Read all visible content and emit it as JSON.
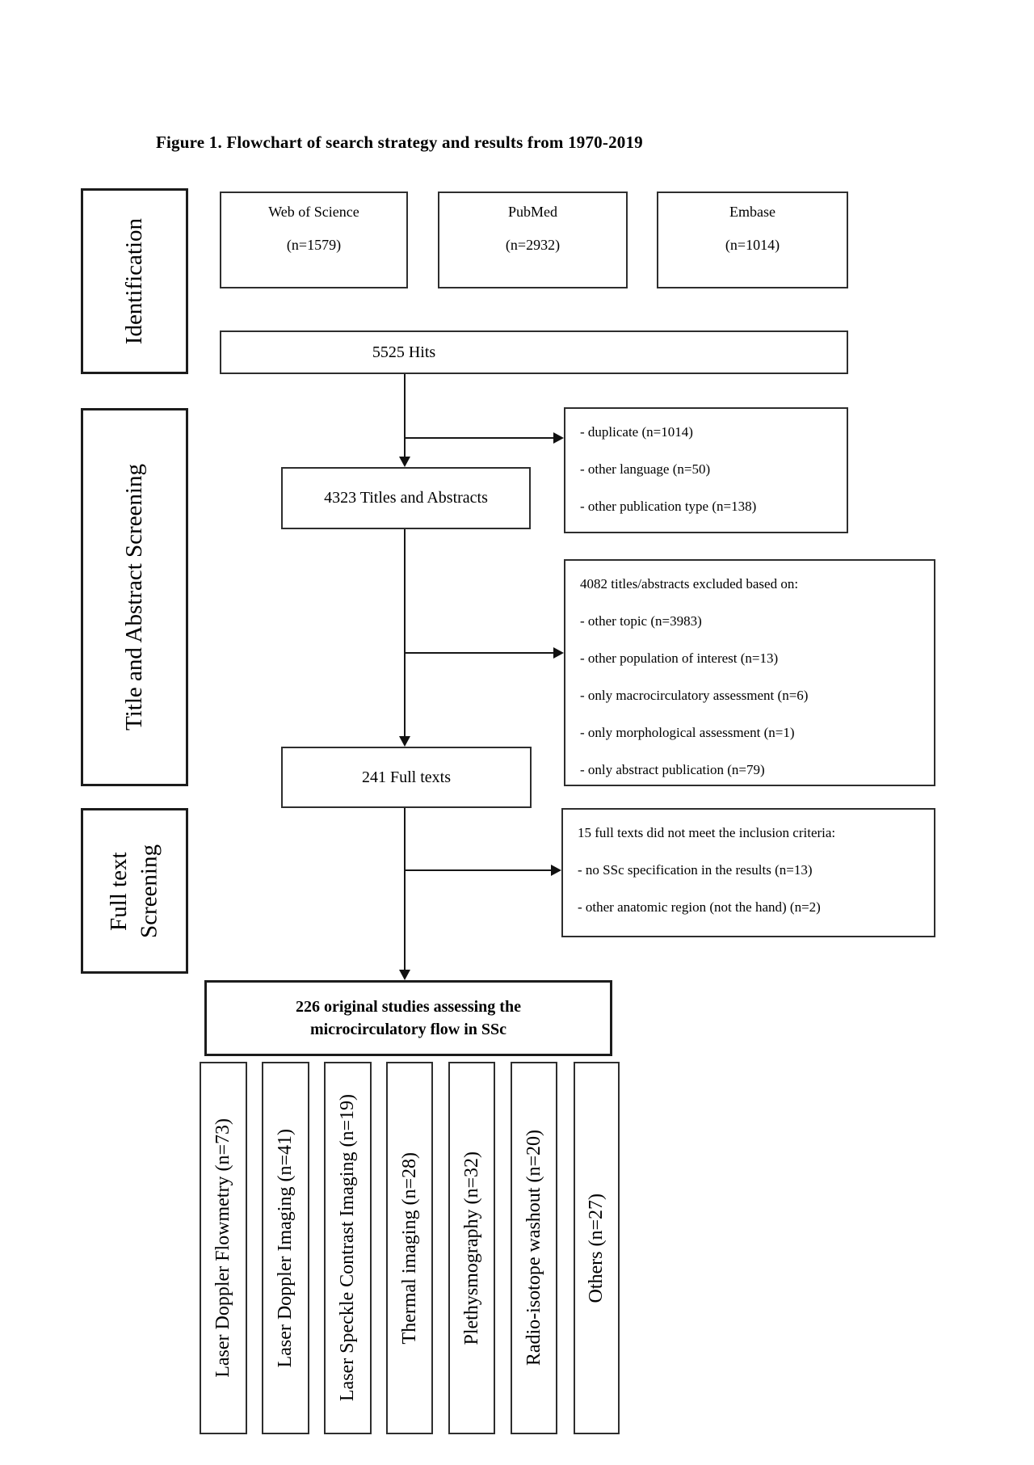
{
  "title": "Figure 1. Flowchart of search strategy and results from 1970-2019",
  "stages": [
    "Identification",
    "Title and Abstract Screening",
    "Full text\nScreening"
  ],
  "sources": [
    {
      "name": "Web of Science",
      "count": "(n=1579)"
    },
    {
      "name": "PubMed",
      "count": "(n=2932)"
    },
    {
      "name": "Embase",
      "count": "(n=1014)"
    }
  ],
  "hits": "5525 Hits",
  "titles_abstracts": "4323 Titles and Abstracts",
  "full_texts": "241 Full texts",
  "included": "226 original studies assessing the microcirculatory flow in SSc",
  "exclusion1": {
    "lines": [
      "- duplicate (n=1014)",
      "- other language (n=50)",
      "- other publication type (n=138)"
    ]
  },
  "exclusion2": {
    "header": "4082 titles/abstracts excluded based on:",
    "lines": [
      "- other topic (n=3983)",
      "- other population of interest (n=13)",
      "- only macrocirculatory assessment (n=6)",
      "- only morphological assessment (n=1)",
      "- only abstract publication (n=79)"
    ]
  },
  "exclusion3": {
    "header": "15 full texts did not meet the inclusion criteria:",
    "lines": [
      "- no SSc specification in the results (n=13)",
      "- other anatomic region (not the hand) (n=2)"
    ]
  },
  "methods": [
    "Laser Doppler Flowmetry (n=73)",
    "Laser Doppler Imaging (n=41)",
    "Laser Speckle Contrast Imaging (n=19)",
    "Thermal imaging (n=28)",
    "Plethysmography (n=32)",
    "Radio-isotope washout (n=20)",
    "Others (n=27)"
  ]
}
